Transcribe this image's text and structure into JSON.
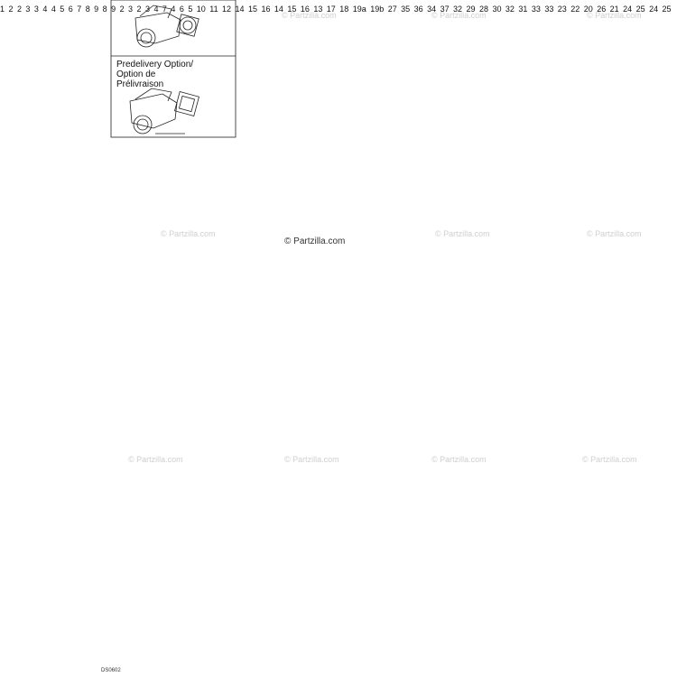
{
  "watermark": "© Partzilla.com",
  "inset_option_title": [
    "Predelivery Option/",
    "Option de",
    "Prélivraison"
  ],
  "diagram_code": "DS0602",
  "callouts": {
    "p1": "1",
    "p2a": "2",
    "p3a": "3",
    "p4a": "4",
    "p5a": "5",
    "p6a": "6",
    "p7a": "7",
    "p8a": "8",
    "p9a": "9",
    "p2b": "2",
    "p3b": "3",
    "p4b": "4",
    "p5b": "5",
    "p6b": "6",
    "p7b": "7",
    "p8b": "8",
    "p9b": "9",
    "p3c": "3",
    "p3d": "3",
    "p10": "10",
    "p11": "11",
    "p12": "12",
    "p13": "13",
    "p14a": "14",
    "p14b": "14",
    "p15a": "15",
    "p15b": "15",
    "p16a": "16",
    "p16b": "16",
    "p17": "17",
    "p18": "18",
    "p19a": "19a",
    "p19b": "19b",
    "p20": "20",
    "p21": "21",
    "p22": "22",
    "p23": "23",
    "p24a": "24",
    "p24b": "24",
    "p25a": "25",
    "p25b": "25",
    "p26": "26",
    "p27": "27",
    "p28": "28",
    "p29": "29",
    "p30": "30",
    "p31": "31",
    "p32a": "32",
    "p32b": "32",
    "p33a": "33",
    "p33b": "33",
    "p34": "34",
    "p35": "35",
    "p36": "36",
    "p37": "37"
  }
}
